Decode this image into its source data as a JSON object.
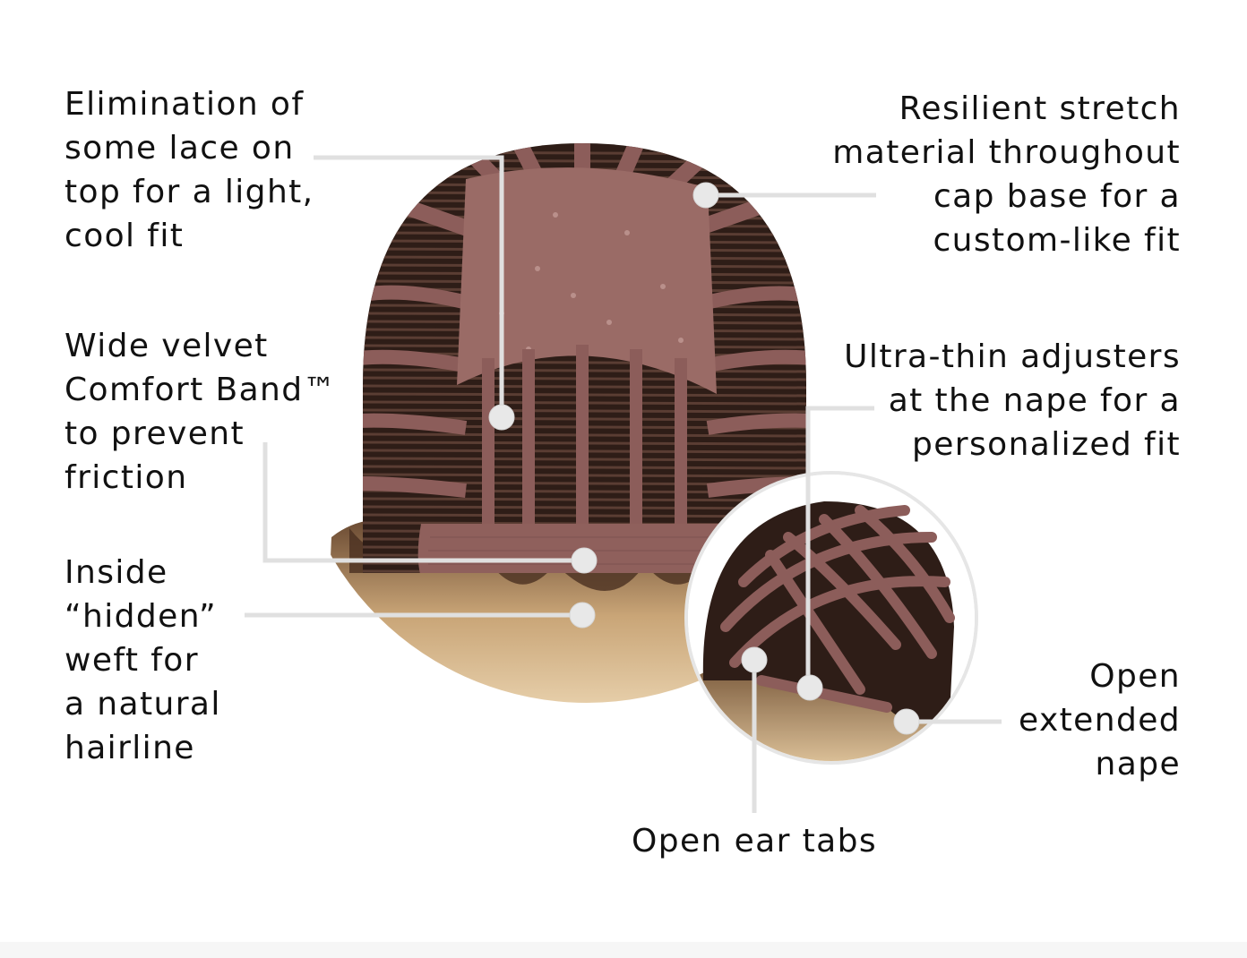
{
  "colors": {
    "background": "#ffffff",
    "text": "#111111",
    "callout_line": "#e0e0e0",
    "callout_dot": "#e8e8e8",
    "cap_band": "#8c5d5a",
    "cap_band_light": "#a16f6b",
    "lace_panel": "#9a6b66",
    "hair_dark": "#2e1d17",
    "hair_blonde": "#d8b98e",
    "inset_ring": "#e6e6e6"
  },
  "callouts": {
    "lace_top": "Elimination of\nsome lace on\ntop for a light,\ncool fit",
    "stretch_material": "Resilient stretch\nmaterial throughout\ncap base for a\ncustom-like fit",
    "comfort_band": "Wide velvet\nComfort Band™\nto prevent\nfriction",
    "adjusters": "Ultra-thin adjusters\nat the nape for a\npersonalized fit",
    "hidden_weft": "Inside\n“hidden”\nweft for\na natural\nhairline",
    "nape": "Open\nextended\nnape",
    "ear_tabs": "Open ear tabs"
  }
}
